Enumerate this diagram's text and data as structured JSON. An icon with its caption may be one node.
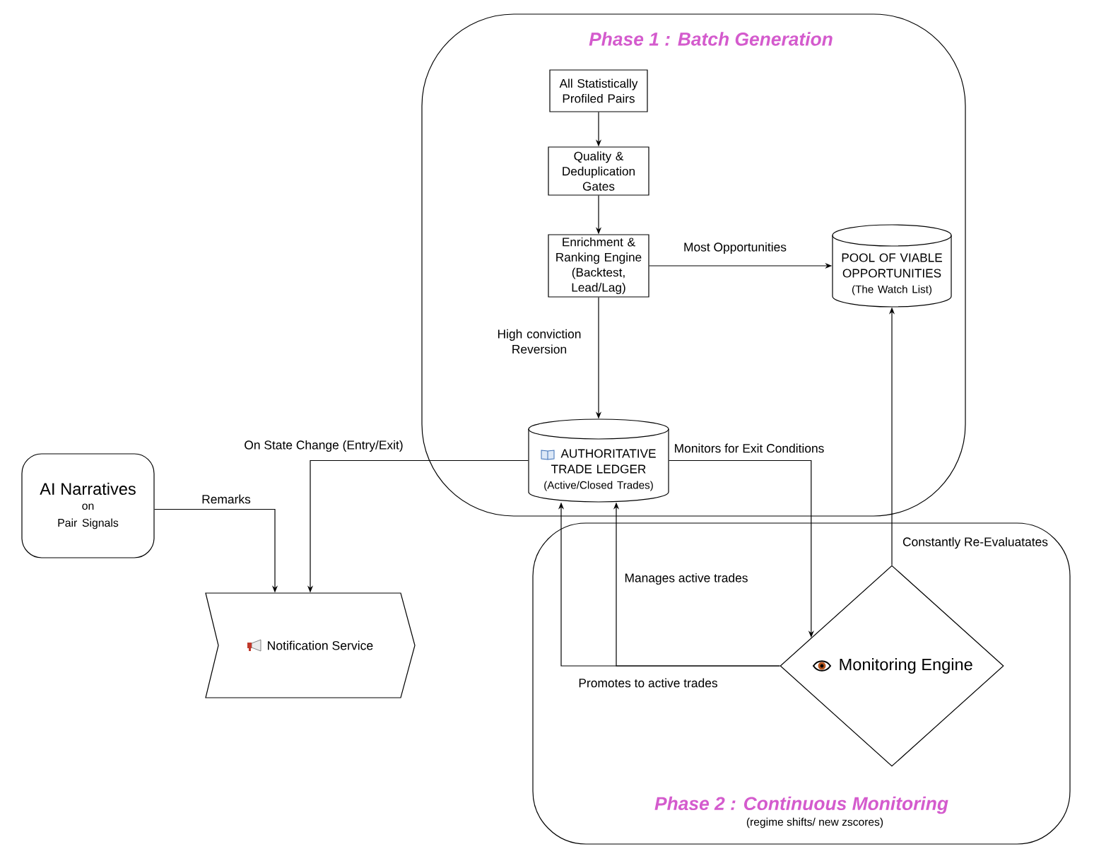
{
  "diagram": {
    "nodes": [
      {
        "text": [
          "Phase 1 : Batch Generation"
        ]
      },
      {
        "text": [
          "All Statistically Profiled Pairs"
        ],
        "in": 0
      },
      {
        "text": [
          "Quality & Deduplication Gates"
        ],
        "in": 0
      },
      {
        "text": [
          "Enrichment & Ranking Engine (Backtest, Lead/Lag)"
        ],
        "in": 0
      },
      {
        "text": [
          "POOL OF VIABLE OPPORTUNITIES",
          "(The Watch List)"
        ],
        "in": 0
      },
      {
        "text": [
          "AUTHORITATIVE TRADE LEDGER",
          "(Active/Closed Trades)"
        ],
        "in": 0
      },
      {
        "text": [
          "AI Narratives",
          "on Pair Signals"
        ]
      },
      {
        "text": [
          "Notification Service"
        ]
      },
      {
        "text": [
          "Phase 2 : Continuous Monitoring",
          "(regime shifts/ new zscores)"
        ]
      },
      {
        "text": [
          "Monitoring Engine"
        ],
        "in": 8
      }
    ],
    "edges": [
      {
        "from": 1,
        "to": 2,
        "arrow": "to"
      },
      {
        "from": 2,
        "to": 3,
        "arrow": "to"
      },
      {
        "from": 3,
        "to": 4,
        "arrow": "to",
        "label": "Most Opportunities"
      },
      {
        "from": 3,
        "to": 5,
        "arrow": "to",
        "label": "High conviction Reversion"
      },
      {
        "from": 5,
        "to": 7,
        "arrow": "to",
        "label": "On State Change (Entry/Exit)"
      },
      {
        "from": 6,
        "to": 7,
        "arrow": "to",
        "label": "Remarks"
      },
      {
        "from": 5,
        "to": 9,
        "arrow": "to",
        "label": "Monitors for Exit Conditions"
      },
      {
        "from": 9,
        "to": 5,
        "arrow": "to",
        "label": "Manages active trades"
      },
      {
        "from": 9,
        "to": 5,
        "arrow": "to",
        "label": "Promotes to active trades"
      },
      {
        "from": 9,
        "to": 4,
        "arrow": "to",
        "label": "Constantly Re-Evaluatates"
      }
    ]
  }
}
